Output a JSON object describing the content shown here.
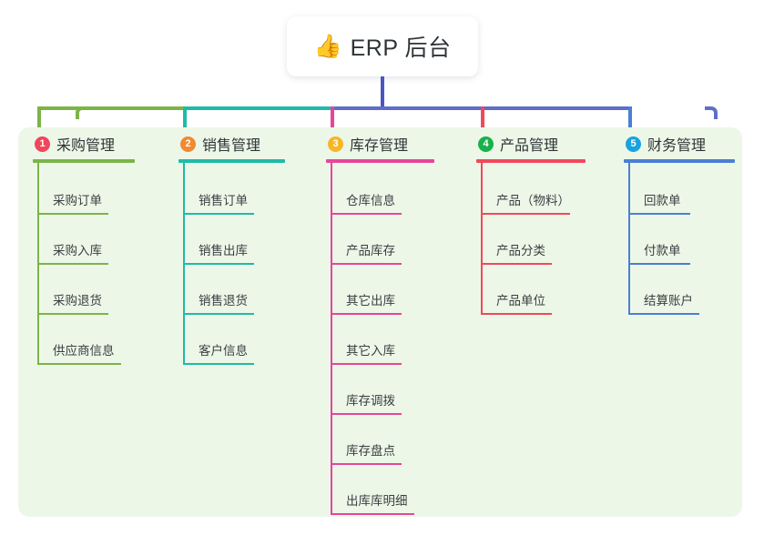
{
  "root": {
    "icon": "thumbs-up-icon",
    "icon_glyph": "👍",
    "title": "ERP 后台",
    "stem_color": "#4c56c0"
  },
  "panel": {
    "background": "#edf7e8"
  },
  "bus": {
    "segments": [
      {
        "name": "bus-segment-1",
        "color": "#7cb448"
      },
      {
        "name": "bus-segment-2",
        "color": "#1fbba6"
      },
      {
        "name": "bus-segment-3",
        "color": "#5f6ec9"
      }
    ]
  },
  "columns": [
    {
      "number": "1",
      "title": "采购管理",
      "badge_color": "#f0465a",
      "line_color": "#7cb448",
      "items": [
        {
          "label": "采购订单"
        },
        {
          "label": "采购入库"
        },
        {
          "label": "采购退货"
        },
        {
          "label": "供应商信息"
        }
      ]
    },
    {
      "number": "2",
      "title": "销售管理",
      "badge_color": "#f08a33",
      "line_color": "#1fbba6",
      "items": [
        {
          "label": "销售订单"
        },
        {
          "label": "销售出库"
        },
        {
          "label": "销售退货"
        },
        {
          "label": "客户信息"
        }
      ]
    },
    {
      "number": "3",
      "title": "库存管理",
      "badge_color": "#f5b728",
      "line_color": "#e8459a",
      "items": [
        {
          "label": "仓库信息"
        },
        {
          "label": "产品库存"
        },
        {
          "label": "其它出库"
        },
        {
          "label": "其它入库"
        },
        {
          "label": "库存调拨"
        },
        {
          "label": "库存盘点"
        },
        {
          "label": "出库库明细"
        }
      ]
    },
    {
      "number": "4",
      "title": "产品管理",
      "badge_color": "#17b24a",
      "line_color": "#f2485b",
      "items": [
        {
          "label": "产品（物料）"
        },
        {
          "label": "产品分类"
        },
        {
          "label": "产品单位"
        }
      ]
    },
    {
      "number": "5",
      "title": "财务管理",
      "badge_color": "#17a3e0",
      "line_color": "#4a7fd4",
      "items": [
        {
          "label": "回款单"
        },
        {
          "label": "付款单"
        },
        {
          "label": "结算账户"
        }
      ]
    }
  ]
}
